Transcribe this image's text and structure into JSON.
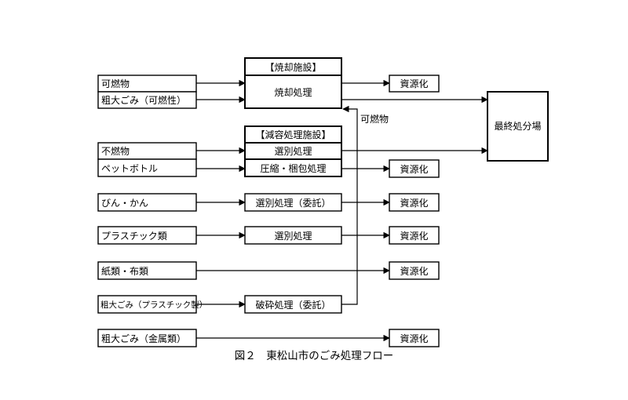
{
  "inputs": {
    "kanen": "可燃物",
    "sodai_kanen": "粗大ごみ（可燃性）",
    "funen": "不燃物",
    "pet": "ペットボトル",
    "bin_kan": "びん・かん",
    "plastic": "プラスチック類",
    "paper": "紙類・布類",
    "sodai_plastic": "粗大ごみ（プラスチック製）",
    "sodai_metal": "粗大ごみ（金属類）"
  },
  "facilities": {
    "incinerator_title": "【焼却施設】",
    "incinerator_process": "焼却処理",
    "reduction_title": "【減容処理施設】",
    "reduction_sort": "選別処理",
    "reduction_compress": "圧縮・梱包処理",
    "sort_consigned": "選別処理（委託）",
    "plastic_sort": "選別処理",
    "crush_consigned": "破砕処理（委託）"
  },
  "outputs": {
    "resource": "資源化",
    "final_disposal": "最終処分場"
  },
  "flow_label": "可燃物",
  "caption": "図２　東松山市のごみ処理フロー"
}
